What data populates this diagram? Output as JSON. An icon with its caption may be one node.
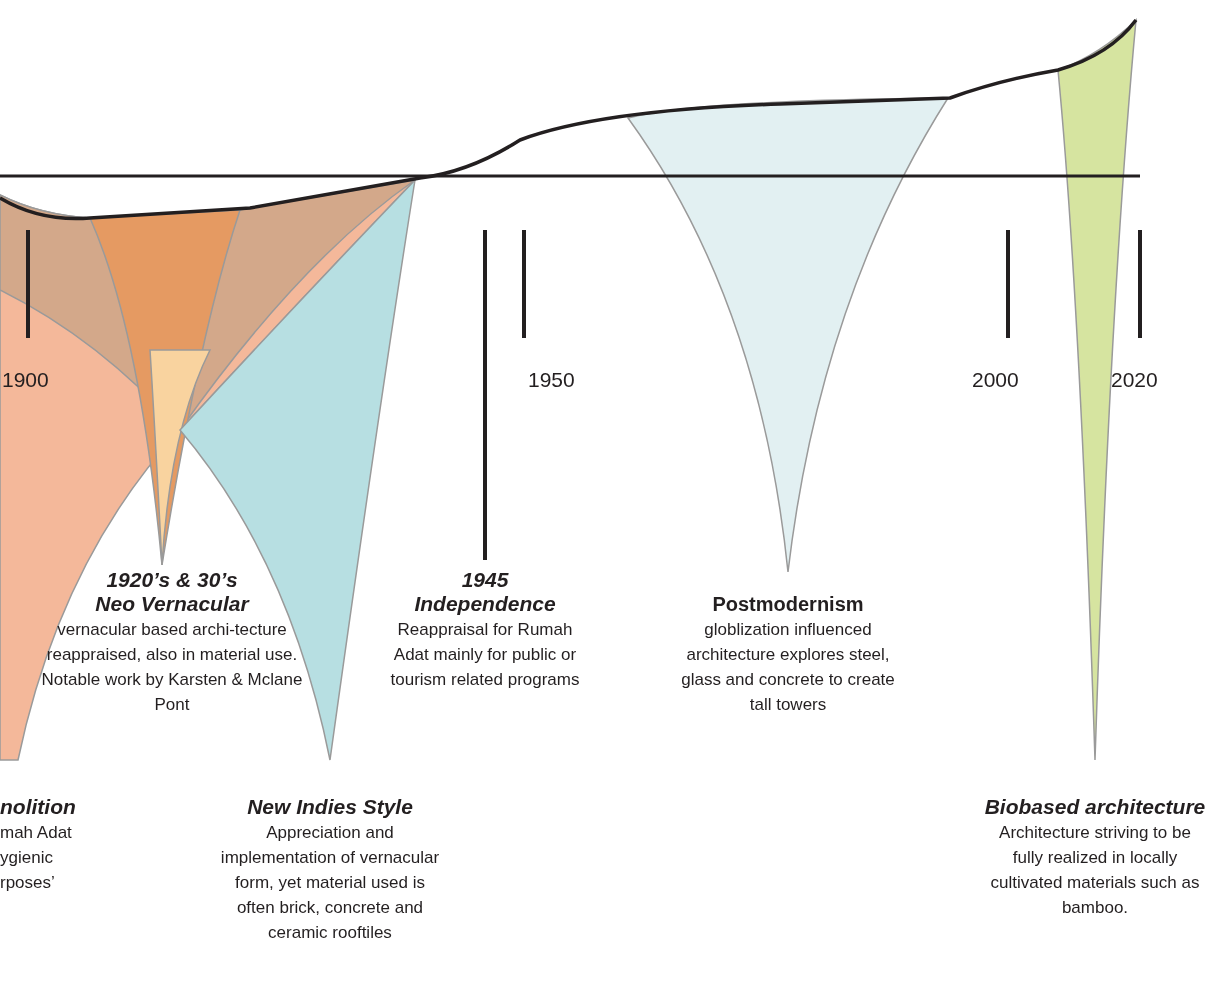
{
  "diagram": {
    "labels": [
      "1900",
      "1950",
      "2000",
      "2020",
      "1920’s & 30’s Neo Vernacular",
      "vernacular based archi-tecture reappraised, also in material use. Notable work by Karsten & Mclane Pont",
      "1945 Independence",
      "Reappraisal for Rumah Adat mainly for public or tourism related programs",
      "Postmodernism",
      "globlization influenced architecture explores steel, glass and concrete to create tall towers",
      "nolition",
      "mah Adat ygienic rposes’",
      "New Indies Style",
      "Appreciation and implementation of vernacular form, yet material used is often brick, concrete and ceramic rooftiles",
      "Biobased architecture",
      "Architecture striving to be fully realized in locally cultivated materials such as bamboo."
    ]
  }
}
